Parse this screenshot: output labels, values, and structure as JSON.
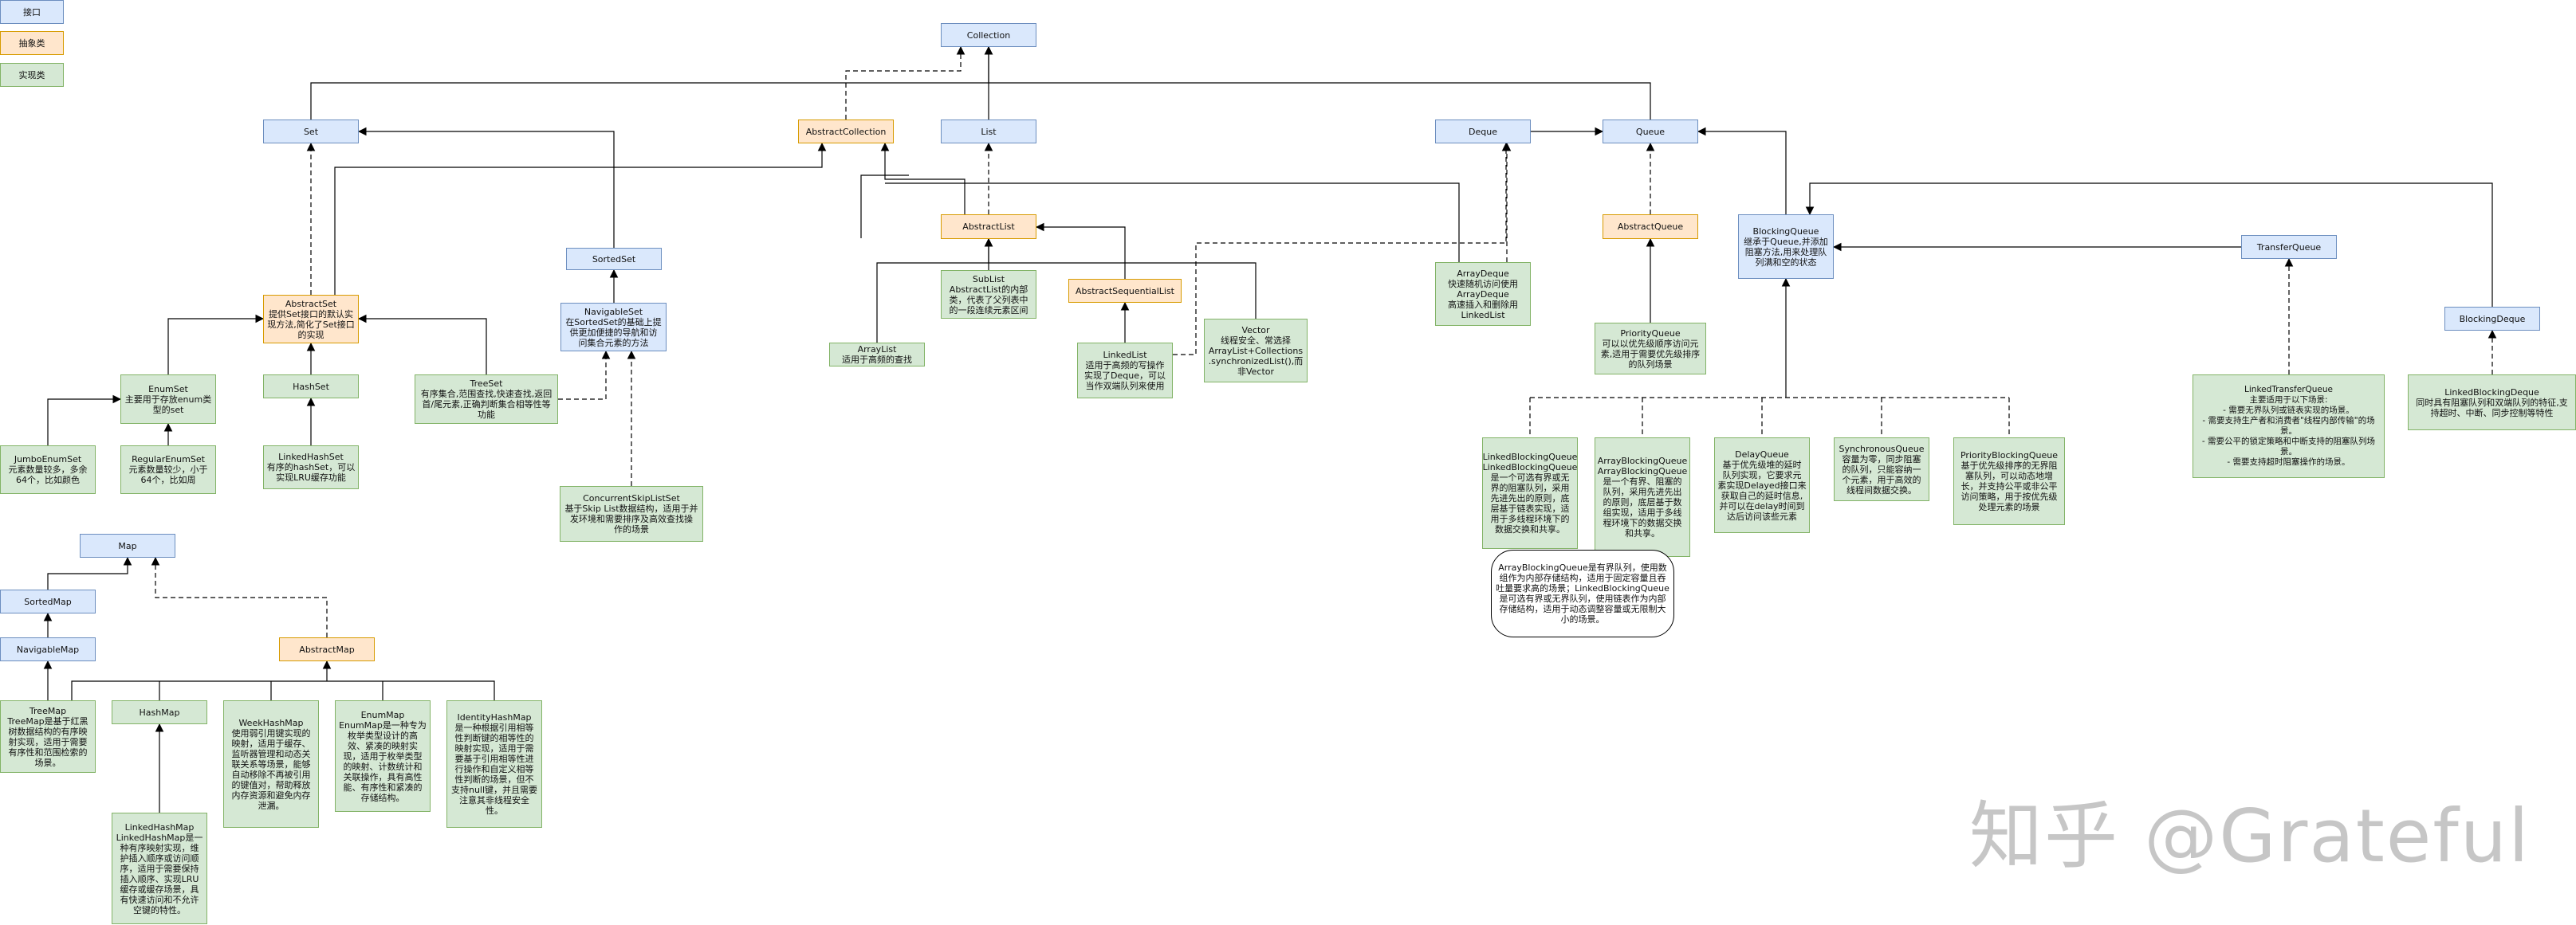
{
  "legend": {
    "interface": "接口",
    "abstract": "抽象类",
    "impl": "实现类"
  },
  "watermark": "知乎 @Grateful",
  "nodes": {
    "collection": "Collection",
    "set": "Set",
    "abstract_collection": "AbstractCollection",
    "list": "List",
    "deque": "Deque",
    "queue": "Queue",
    "sorted_set": "SortedSet",
    "navigable_set": "NavigableSet\n在SortedSet的基础上提\n供更加便捷的导航和访\n问集合元素的方法",
    "abstract_set": "AbstractSet\n提供Set接口的默认实\n现方法,简化了Set接口\n的实现",
    "enum_set": "EnumSet\n主要用于存放enum类\n型的set",
    "hash_set": "HashSet",
    "tree_set": "TreeSet\n有序集合,范围查找,快速查找,返回\n首/尾元素,正确判断集合相等性等\n功能",
    "jumbo_enum_set": "JumboEnumSet\n元素数量较多，多余\n64个，比如颜色",
    "regular_enum_set": "RegularEnumSet\n元素数量较少，小于\n64个，比如周",
    "linked_hash_set": "LinkedHashSet\n有序的hashSet，可以\n实现LRU缓存功能",
    "concurrent_skip_list_set": "ConcurrentSkipListSet\n基于Skip List数据结构，适用于并\n发环境和需要排序及高效查找操\n作的场景",
    "abstract_list": "AbstractList",
    "sub_list": "SubList\nAbstractList的内部\n类，代表了父列表中\n的一段连续元素区间",
    "abstract_sequential_list": "AbstractSequentialList",
    "array_list": "ArrayList\n适用于高频的查找",
    "linked_list": "LinkedList\n适用于高频的写操作\n实现了Deque，可以\n当作双端队列来使用",
    "vector": "Vector\n线程安全、常选择\nArrayList+Collections\n.synchronizedList(),而\n非Vector",
    "array_deque": "ArrayDeque\n快速随机访问使用\nArrayDeque\n高速插入和删除用\nLinkedList",
    "abstract_queue": "AbstractQueue",
    "priority_queue": "PriorityQueue\n可以以优先级顺序访问元\n素,适用于需要优先级排序\n的队列场景",
    "blocking_queue": "BlockingQueue\n继承于Queue,并添加\n阻塞方法,用来处理队\n列满和空的状态",
    "transfer_queue": "TransferQueue",
    "blocking_deque": "BlockingDeque",
    "linked_blocking_queue": "LinkedBlockingQueue\nLinkedBlockingQueue\n是一个可选有界或无\n界的阻塞队列，采用\n先进先出的原则，底\n层基于链表实现，适\n用于多线程环境下的\n数据交换和共享。",
    "array_blocking_queue": "ArrayBlockingQueue\nArrayBlockingQueue\n是一个有界、阻塞的\n队列，采用先进先出\n的原则，底层基于数\n组实现，适用于多线\n程环境下的数据交换\n和共享。",
    "delay_queue": "DelayQueue\n基于优先级堆的延时\n队列实现，它要求元\n素实现Delayed接口来\n获取自己的延时信息,\n并可以在delay时间到\n达后访问该些元素",
    "synchronous_queue": "SynchronousQueue\n容量为零，同步阻塞\n的队列，只能容纳一\n个元素，用于高效的\n线程间数据交换。",
    "priority_blocking_queue": "PriorityBlockingQueue\n基于优先级排序的无界阻\n塞队列，可以动态地增\n长，并支持公平或非公平\n访问策略，用于按优先级\n处理元素的场景",
    "linked_transfer_queue": "LinkedTransferQueue\n主要适用于以下场景:\n- 需要无界队列或链表实现的场景。\n- 需要支持生产者和消费者\"线程内部传输\"的场景。\n- 需要公平的锁定策略和中断支持的阻塞队列场景。\n- 需要支持超时阻塞操作的场景。",
    "linked_blocking_deque": "LinkedBlockingDeque\n同时具有阻塞队列和双端队列的特征,支\n持超时、中断、同步控制等特性",
    "abq_note": "ArrayBlockingQueue是有界队列，使用数\n组作为内部存储结构，适用于固定容量且吞\n吐量要求高的场景；LinkedBlockingQueue\n是可选有界或无界队列，使用链表作为内部\n存储结构，适用于动态调整容量或无限制大\n小的场景。",
    "map": "Map",
    "sorted_map": "SortedMap",
    "navigable_map": "NavigableMap",
    "abstract_map": "AbstractMap",
    "tree_map": "TreeMap\nTreeMap是基于红黑\n树数据结构的有序映\n射实现，适用于需要\n有序性和范围检索的\n场景。",
    "hash_map": "HashMap",
    "weak_hash_map": "WeekHashMap\n使用弱引用键实现的\n映射，适用于缓存、\n监听器管理和动态关\n联关系等场景，能够\n自动移除不再被引用\n的键值对，帮助释放\n内存资源和避免内存\n泄漏。",
    "enum_map": "EnumMap\nEnumMap是一种专为\n枚举类型设计的高\n效、紧凑的映射实\n现，适用于枚举类型\n的映射、计数统计和\n关联操作，具有高性\n能、有序性和紧凑的\n存储结构。",
    "identity_hash_map": "IdentityHashMap\n是一种根据引用相等\n性判断键的相等性的\n映射实现，适用于需\n要基于引用相等性进\n行操作和自定义相等\n性判断的场景，但不\n支持null键，并且需要\n注意其非线程安全\n性。",
    "linked_hash_map": "LinkedHashMap\nLinkedHashMap是一\n种有序映射实现，维\n护插入顺序或访问顺\n序，适用于需要保持\n插入顺序、实现LRU\n缓存或缓存场景，具\n有快速访问和不允许\n空键的特性。"
  }
}
